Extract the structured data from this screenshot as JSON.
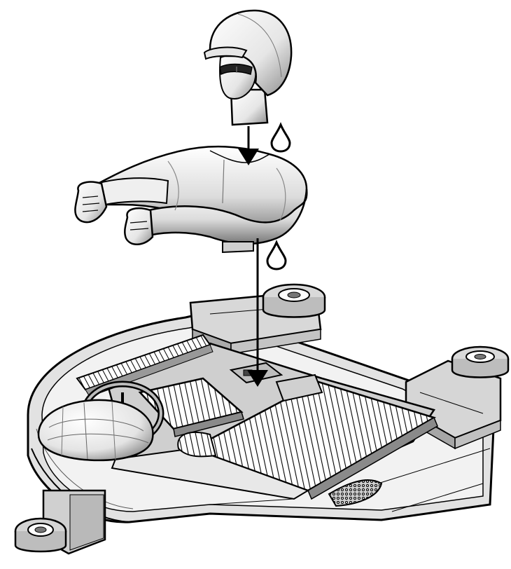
{
  "figure": {
    "parts": [
      {
        "id": "helmeted-head",
        "icon": "driver-head-icon"
      },
      {
        "id": "torso-arms",
        "icon": "driver-torso-icon"
      },
      {
        "id": "chassis-cockpit",
        "icon": "cockpit-tray-icon"
      }
    ],
    "steps": [
      {
        "from": "helmeted-head",
        "to": "torso-arms",
        "icon": "glue-drop-icon"
      },
      {
        "from": "torso-arms",
        "to": "chassis-cockpit",
        "icon": "glue-drop-icon"
      }
    ],
    "colors": {
      "ink": "#000000",
      "paper": "#ffffff",
      "light_gray": "#d9d9d9",
      "mid_gray": "#b3b3b3",
      "dark_gray": "#7a7a7a"
    }
  }
}
